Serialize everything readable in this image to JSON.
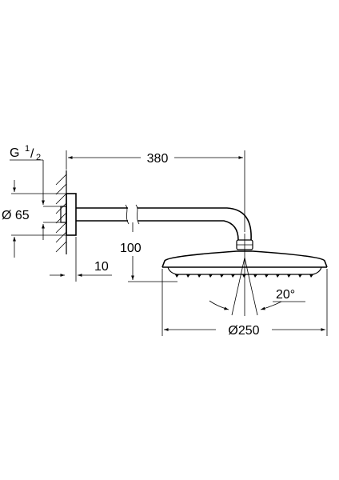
{
  "drawing": {
    "labels": {
      "thread": "G",
      "thread_fraction_num": "1",
      "thread_fraction_den": "2",
      "flange_diameter": "Ø 65",
      "arm_length": "380",
      "drop_height": "100",
      "flange_depth": "10",
      "spray_angle": "20°",
      "head_diameter": "Ø250"
    }
  }
}
